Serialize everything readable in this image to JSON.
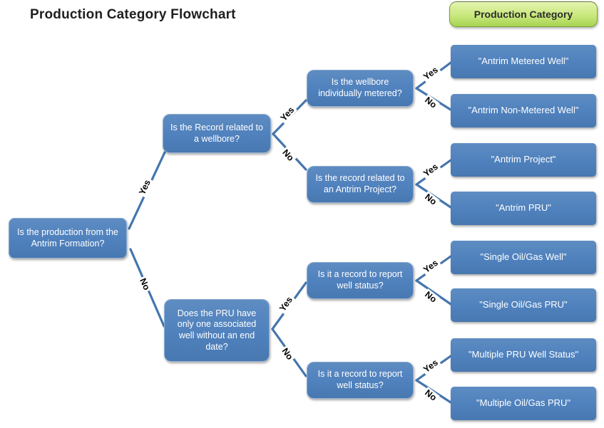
{
  "title": "Production Category Flowchart",
  "legend": "Production Category",
  "nodes": {
    "root": "Is the production from the Antrim Formation?",
    "wellbore": "Is the Record related to a wellbore?",
    "metered": "Is the wellbore individually metered?",
    "project": "Is the record related to an Antrim Project?",
    "pru": "Does the PRU have only one associated well without an end date?",
    "status_upper": "Is it a record to report well status?",
    "status_lower": "Is it a record to report well status?",
    "result_antrim_metered": "\"Antrim Metered Well\"",
    "result_antrim_non_metered": "\"Antrim Non-Metered Well\"",
    "result_antrim_project": "\"Antrim Project\"",
    "result_antrim_pru": "\"Antrim PRU\"",
    "result_single_well": "\"Single Oil/Gas Well\"",
    "result_single_pru": "\"Single Oil/Gas PRU\"",
    "result_multiple_status": "\"Multiple PRU Well Status\"",
    "result_multiple_pru": "\"Multiple Oil/Gas PRU\""
  },
  "edges": {
    "root_yes": "Yes",
    "root_no": "No",
    "wellbore_yes": "Yes",
    "wellbore_no": "No",
    "metered_yes": "Yes",
    "metered_no": "No",
    "project_yes": "Yes",
    "project_no": "No",
    "pru_yes": "Yes",
    "pru_no": "No",
    "status_upper_yes": "Yes",
    "status_upper_no": "No",
    "status_lower_yes": "Yes",
    "status_lower_no": "No"
  },
  "colors": {
    "node_fill": "#4f81bd",
    "connector": "#4576ad",
    "legend_top": "#e3f4ad",
    "legend_bottom": "#a7d351"
  }
}
